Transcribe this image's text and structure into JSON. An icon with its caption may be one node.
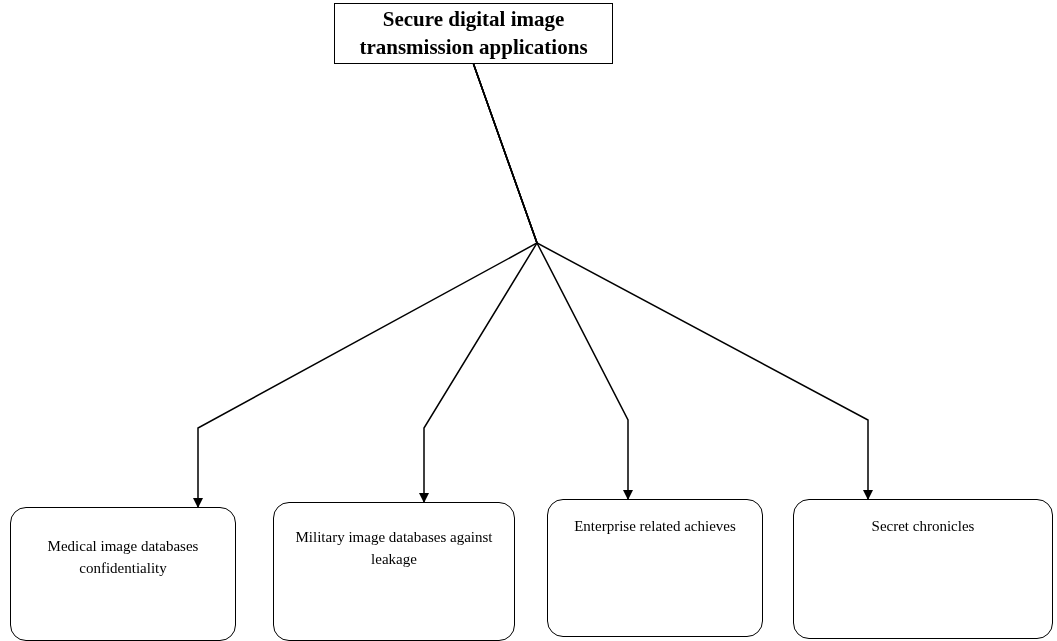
{
  "diagram": {
    "nodes": [
      {
        "text": [
          "Secure digital image transmission applications"
        ]
      },
      {
        "text": [
          "Medical image databases confidentiality"
        ]
      },
      {
        "text": [
          "Military image databases against leakage"
        ]
      },
      {
        "text": [
          "Enterprise related achieves"
        ]
      },
      {
        "text": [
          "Secret chronicles"
        ]
      }
    ],
    "edges": [
      {
        "from": 0,
        "to": 1,
        "arrow": "to"
      },
      {
        "from": 0,
        "to": 2,
        "arrow": "to"
      },
      {
        "from": 0,
        "to": 3,
        "arrow": "to"
      },
      {
        "from": 0,
        "to": 4,
        "arrow": "to"
      }
    ]
  }
}
